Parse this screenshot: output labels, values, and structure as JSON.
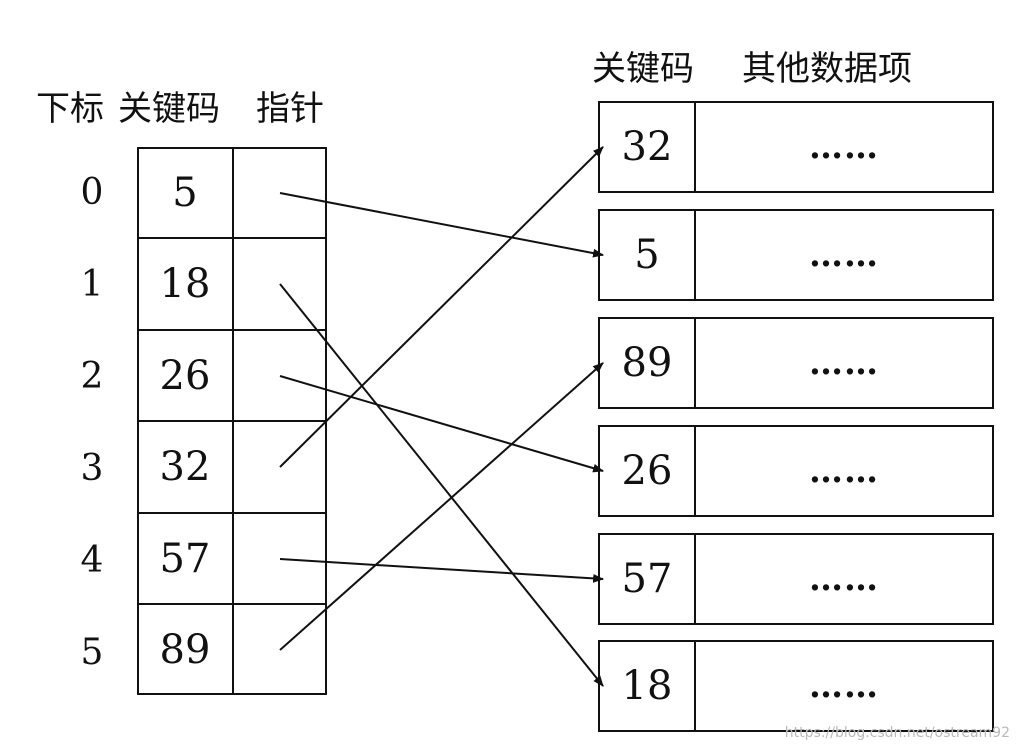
{
  "left_table": {
    "headers": {
      "index": "下标",
      "key": "关键码",
      "pointer": "指针"
    },
    "rows": [
      {
        "index": "0",
        "key": "5",
        "target": 1
      },
      {
        "index": "1",
        "key": "18",
        "target": 5
      },
      {
        "index": "2",
        "key": "26",
        "target": 3
      },
      {
        "index": "3",
        "key": "32",
        "target": 0
      },
      {
        "index": "4",
        "key": "57",
        "target": 4
      },
      {
        "index": "5",
        "key": "89",
        "target": 2
      }
    ]
  },
  "records": {
    "headers": {
      "key": "关键码",
      "other": "其他数据项"
    },
    "items": [
      {
        "key": "32",
        "other": "……"
      },
      {
        "key": "5",
        "other": "……"
      },
      {
        "key": "89",
        "other": "……"
      },
      {
        "key": "26",
        "other": "……"
      },
      {
        "key": "57",
        "other": "……"
      },
      {
        "key": "18",
        "other": "……"
      }
    ]
  },
  "watermark": "https://blog.csdn.net/ostream92"
}
